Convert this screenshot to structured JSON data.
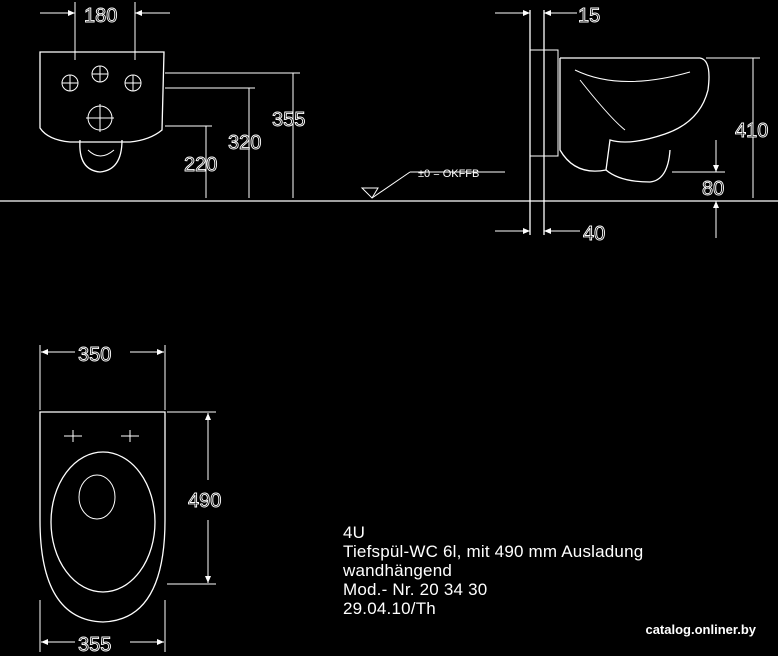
{
  "dimensions": {
    "top_width": "180",
    "side_offset": "15",
    "height_355": "355",
    "height_320": "320",
    "height_220": "220",
    "height_410": "410",
    "height_80": "80",
    "depth_40": "40",
    "plan_width_top": "350",
    "plan_length": "490",
    "plan_width_bottom": "355"
  },
  "floor_label": "±0 = OKFFB",
  "description": {
    "line1": "4U",
    "line2": "Tiefspül-WC 6l, mit 490 mm Ausladung",
    "line3": "wandhängend",
    "line4": "Mod.- Nr. 20 34 30",
    "line5": "29.04.10/Th"
  },
  "watermark": "catalog.onliner.by"
}
